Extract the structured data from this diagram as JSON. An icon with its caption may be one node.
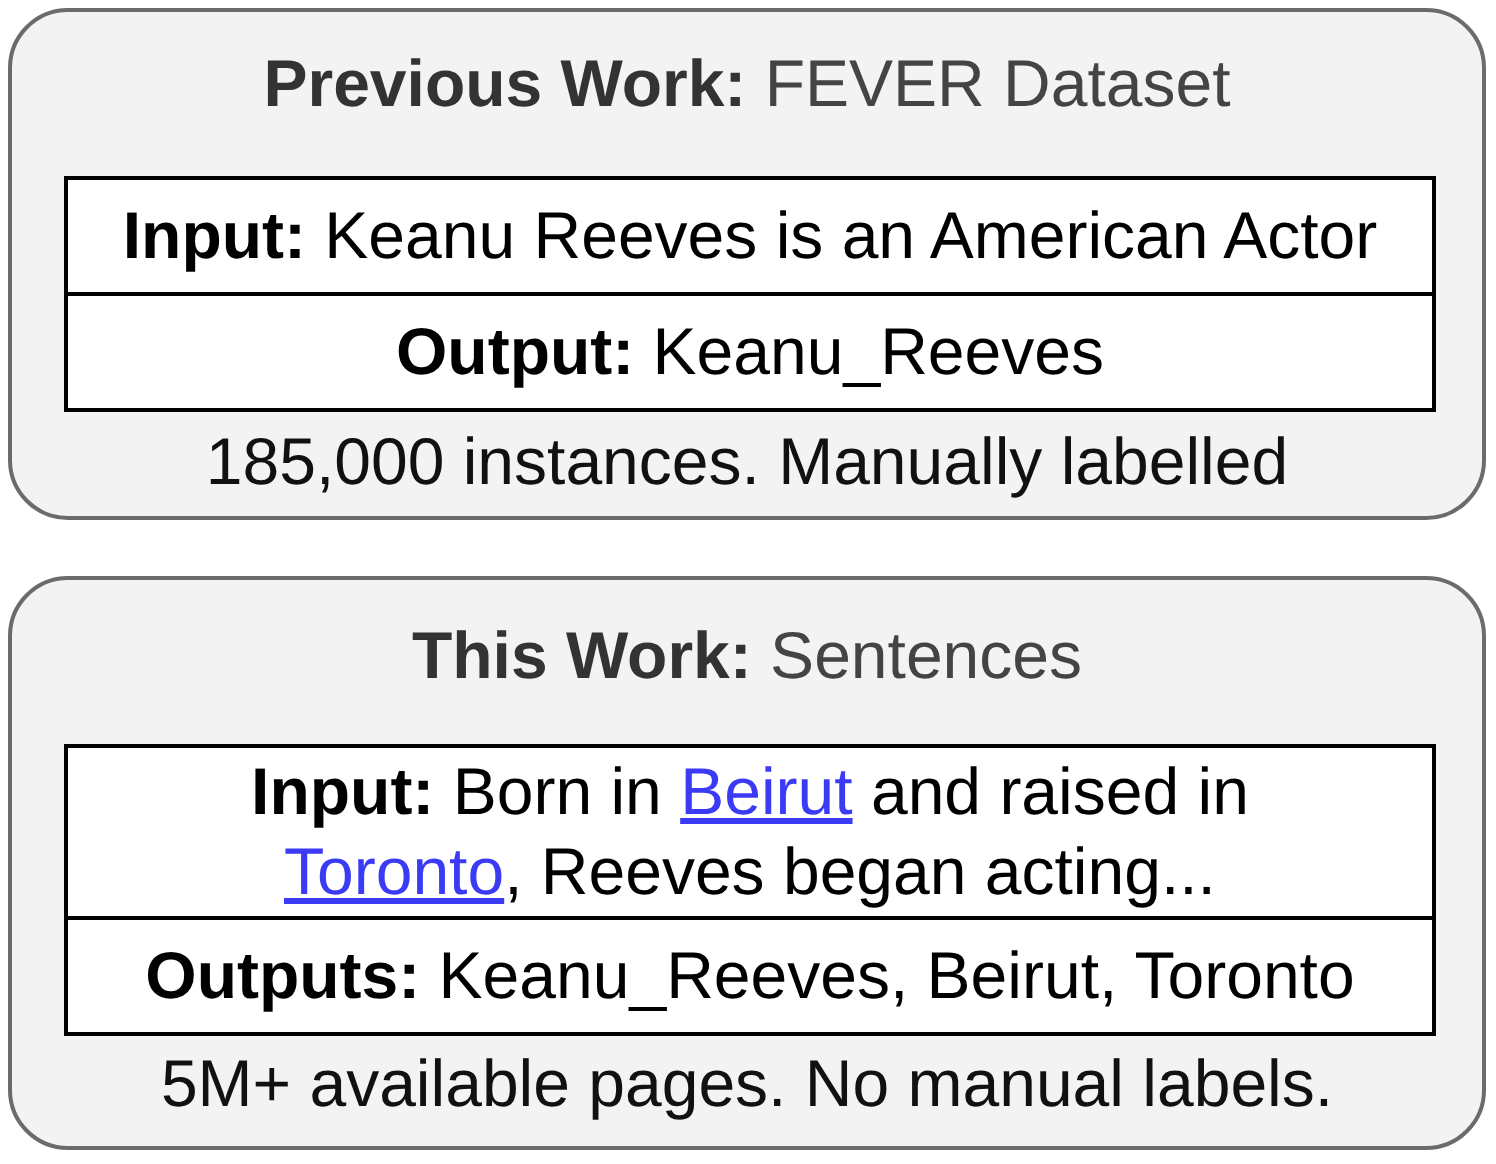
{
  "diagram": {
    "nodes": [
      {
        "text": [
          "**Previous Work:** FEVER Dataset",
          "185,000 instances. Manually labelled"
        ]
      },
      {
        "text": [
          "**Input:** Keanu Reeves is an American Actor"
        ],
        "in": 0
      },
      {
        "text": [
          "**Output:** Keanu_Reeves"
        ],
        "in": 0
      },
      {
        "text": [
          "**This Work:** Sentences",
          "5M+ available pages. No manual labels."
        ]
      },
      {
        "text": [
          "**Input:** Born in",
          "Beirut",
          "and raised in",
          "Toronto",
          ", Reeves began acting..."
        ],
        "in": 3
      },
      {
        "text": [
          "**Outputs:** Keanu_Reeves, Beirut, Toronto"
        ],
        "in": 3
      }
    ]
  }
}
